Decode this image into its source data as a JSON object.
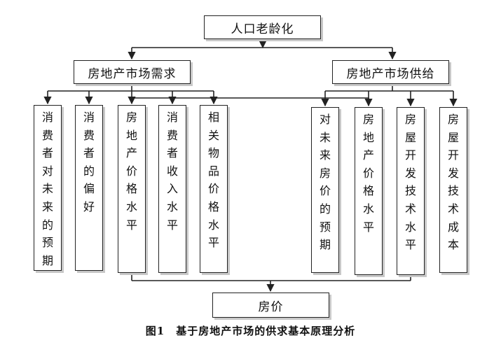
{
  "diagram": {
    "root": "人口老龄化",
    "demand": {
      "title": "房地产市场需求",
      "factors": [
        "消费者对未来的预期",
        "消费者的偏好",
        "房地产价格水平",
        "消费者收入水平",
        "相关物品价格水平"
      ]
    },
    "supply": {
      "title": "房地产市场供给",
      "factors": [
        "对未来房价的预期",
        "房地产价格水平",
        "房屋开发技术水平",
        "房屋开发技术成本"
      ]
    },
    "outcome": "房价"
  },
  "caption": "图1　基于房地产市场的供求基本原理分析"
}
